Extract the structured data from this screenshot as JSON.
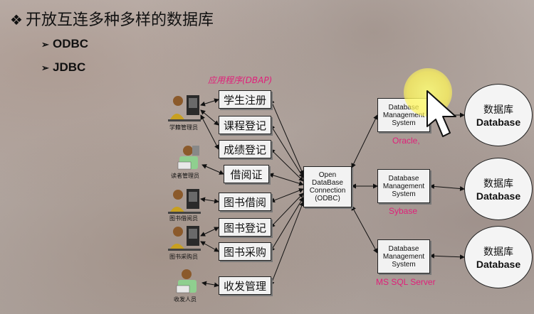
{
  "title": "开放互连多种多样的数据库",
  "bullets": [
    "ODBC",
    "JDBC"
  ],
  "app_label": "应用程序(DBAP)",
  "apps": [
    "学生注册",
    "课程登记",
    "成绩登记",
    "借阅证",
    "图书借阅",
    "图书登记",
    "图书采购",
    "收发管理"
  ],
  "users": [
    "学籍管理员",
    "读者管理员",
    "图书借阅员",
    "图书采购员",
    "收发人员"
  ],
  "odbc": {
    "line1": "Open",
    "line2": "DataBase",
    "line3": "Connection",
    "line4": "(ODBC)"
  },
  "dbms": {
    "line1": "Database",
    "line2": "Management",
    "line3": "System"
  },
  "vendors": [
    "Oracle,",
    "Sybase",
    "MS SQL Server"
  ],
  "database": {
    "cn": "数据库",
    "en": "Database"
  },
  "colors": {
    "accent": "#e0207a",
    "highlight": "#fff27a"
  }
}
